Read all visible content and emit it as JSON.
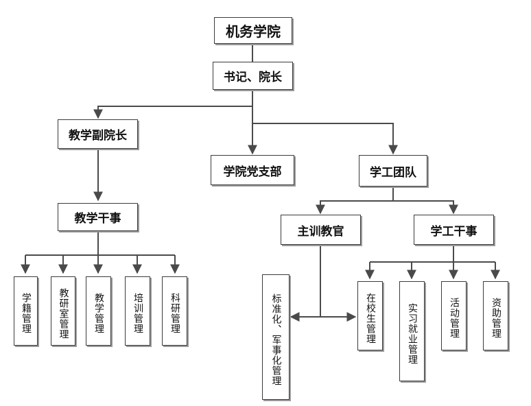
{
  "nodes": {
    "root": "机务学院",
    "secretary": "书记、院长",
    "vice_dean": "教学副院长",
    "party_branch": "学院党支部",
    "student_team": "学工团队",
    "teaching_officer": "教学干事",
    "chief_instructor": "主训教官",
    "student_officer": "学工干事",
    "teach_leaves": [
      "学籍管理",
      "教研室管理",
      "教学管理",
      "培训管理",
      "科研管理"
    ],
    "standardized": "标准化、军事化管理",
    "student_leaves": [
      "在校生管理",
      "实习就业管理",
      "活动管理",
      "资助管理"
    ]
  }
}
